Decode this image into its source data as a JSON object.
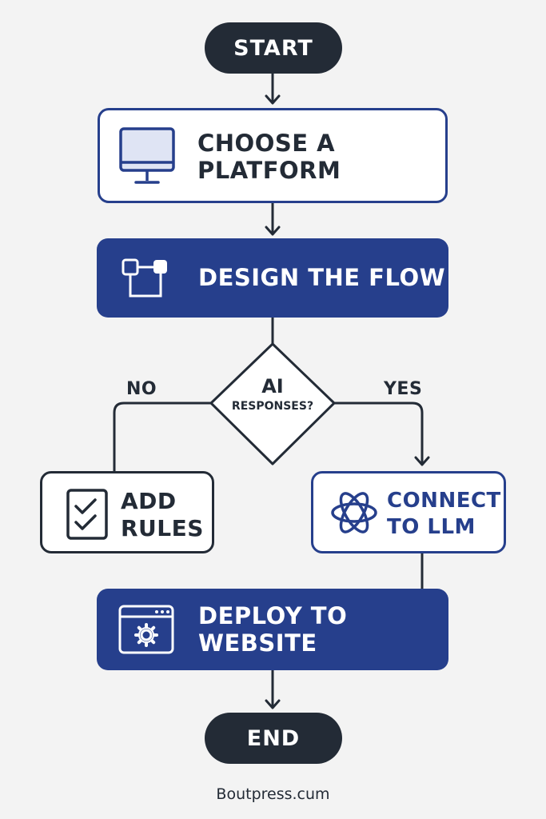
{
  "nodes": {
    "start": "START",
    "choose_platform": "CHOOSE A\nPLATFORM",
    "design_flow": "DESIGN THE FLOW",
    "decision_line1": "AI",
    "decision_line2": "RESPONSES?",
    "add_rules": "ADD\nRULES",
    "connect_llm": "CONNECT\nTO LLM",
    "deploy": "DEPLOY TO\nWEBSITE",
    "end": "END"
  },
  "branches": {
    "no": "NO",
    "yes": "YES"
  },
  "footer": "Boutpress.cum",
  "colors": {
    "navy": "#263f8c",
    "charcoal": "#232b36",
    "background": "#f3f3f3"
  },
  "icons": {
    "choose_platform": "monitor-icon",
    "design_flow": "flow-diagram-icon",
    "add_rules": "checklist-icon",
    "connect_llm": "llm-knot-icon",
    "deploy": "browser-gear-icon"
  }
}
